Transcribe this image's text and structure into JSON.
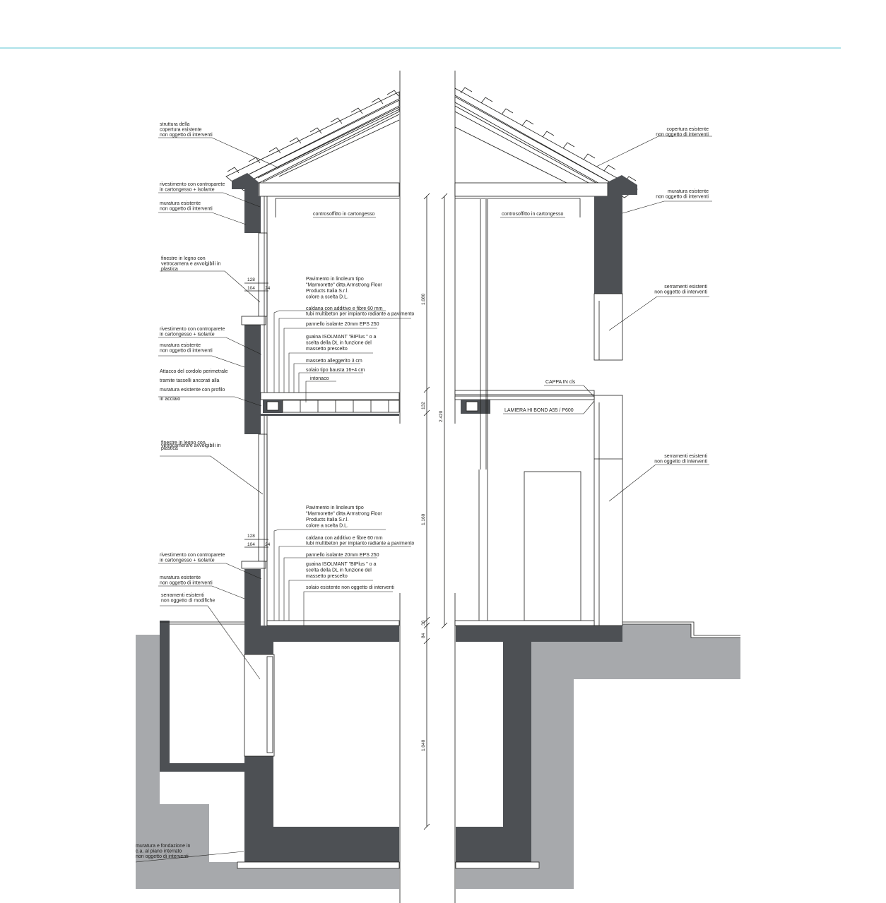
{
  "header": {
    "rule_color": "#5bc5d3"
  },
  "colors": {
    "wall": "#4d5054",
    "ground": "#a7a9ac",
    "line": "#1d1d1b"
  },
  "labels_left": [
    "struttura della\ncopertura esistente\nnon oggetto di interventi",
    "rivestimento con controparete\nin cartongesso  + isolante",
    "muratura esistente\nnon oggetto di interventi",
    "finestre in legno con\nvetrocamera  e avvolgibili in\nplastica",
    "rivestimento con controparete\nin cartongesso  + isolante",
    "muratura esistente\nnon oggetto di interventi",
    "Attacco del cordolo perimetrale\ntramite tasselli ancorati alla\nmuratura esistente con profilo\nin acciaio",
    "finestre in legno con\nvetrocamera  e avvolgibili in\nplastica",
    "rivestimento con controparete\nin cartongesso  + isolante",
    "muratura esistente\nnon oggetto di interventi",
    "serramenti esistenti\nnon oggetto di modifiche",
    "muratura e fondazione in\nc.a. al piano interrato\nnon oggetto di interventi"
  ],
  "labels_floor_upper": [
    "Pavimento  in linoleum tipo\n\"Marmorette\" ditta Armstrong Floor\nProducts  Italia S.r.l.\ncolore a scelta D.L.",
    "caldana  con additivo e fibre 60 mm\ntubi multibeton per impianto radiante a pavimento",
    "pannello isolante 20mm EPS  250",
    "guaina ISOLMANT  \"BIPlus \" o a\nscelta  della DL in funzione del\nmassetto  prescelto",
    "massetto  alleggerito 3 cm",
    "solaio tipo bausta 16+4 cm",
    "intonaco"
  ],
  "labels_floor_lower": [
    "Pavimento  in linoleum tipo\n\"Marmorette\" ditta Armstrong Floor\nProducts  Italia S.r.l.\ncolore a scelta D.L.",
    "caldana  con additivo e fibre 60 mm\ntubi multibeton per impianto radiante a pavimento",
    "pannello isolante 20mm EPS  250",
    "guaina ISOLMANT  \"BIPlus \" o a\nscelta  della DL in funzione del\nmassetto  prescelto",
    "solaio esistente  non oggetto di interventi"
  ],
  "labels_center": {
    "controsoffitto_left": "controsoffitto in cartongesso",
    "controsoffitto_right": "controsoffitto in cartongesso",
    "cappa": "CAPPA     IN    cls",
    "lamiera": "LAMIERA    HI   BOND    A55 / P600"
  },
  "labels_right": [
    "copertura esistente\nnon oggetto di interventi",
    "muratura esistente\nnon oggetto di interventi",
    "serramenti esistenti\nnon oggetto di interventi",
    "serramenti esistenti\nnon oggetto di interventi"
  ],
  "dimensions": {
    "wall_upper": [
      "128",
      "104",
      "24"
    ],
    "wall_lower": [
      "128",
      "104",
      "24"
    ],
    "vertical": [
      "1.080",
      "132",
      "2.420",
      "1.160",
      "84",
      "36",
      "1.040"
    ]
  }
}
